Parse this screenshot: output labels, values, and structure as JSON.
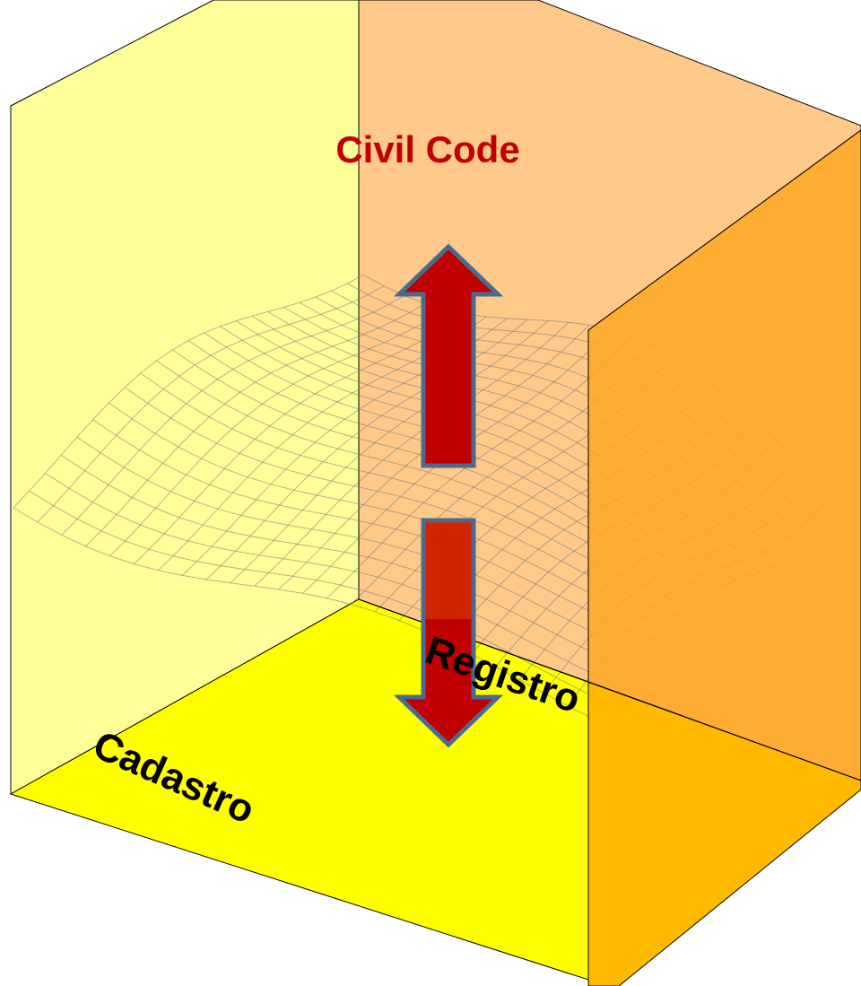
{
  "labels": {
    "civil_code": "Civil Code",
    "cadastro": "Cadastro",
    "registro": "Registro"
  },
  "colors": {
    "left_wall": "#ffff99",
    "back_wall": "#ffcc88",
    "floor": "#ffff00",
    "right_face": "#ffaa22",
    "right_face_lower": "#ffbb00",
    "arrow_fill": "#c00000",
    "arrow_stroke": "#4a6a90",
    "title_color": "#c00000",
    "mesh_color": "#777777"
  }
}
